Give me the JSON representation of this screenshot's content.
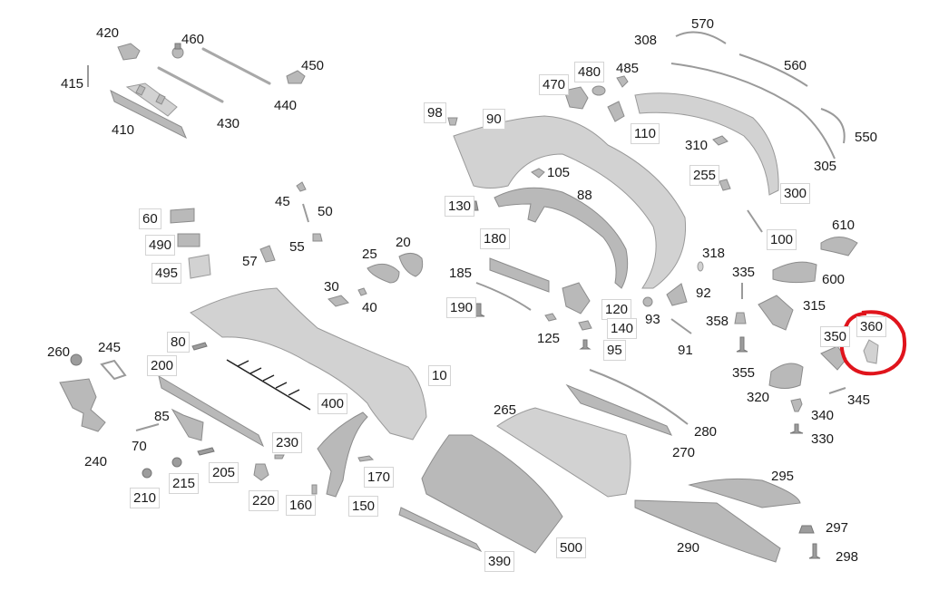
{
  "diagram": {
    "title": "Rear bumper exploded parts diagram",
    "highlight": {
      "part": "360",
      "color": "#e0141c",
      "shape": "hand-drawn circle"
    },
    "labels": [
      {
        "id": "420",
        "boxed": false
      },
      {
        "id": "460",
        "boxed": false
      },
      {
        "id": "415",
        "boxed": false
      },
      {
        "id": "450",
        "boxed": false
      },
      {
        "id": "410",
        "boxed": false
      },
      {
        "id": "430",
        "boxed": false
      },
      {
        "id": "440",
        "boxed": false
      },
      {
        "id": "308",
        "boxed": false
      },
      {
        "id": "570",
        "boxed": false
      },
      {
        "id": "470",
        "boxed": true
      },
      {
        "id": "480",
        "boxed": true
      },
      {
        "id": "485",
        "boxed": false
      },
      {
        "id": "560",
        "boxed": false
      },
      {
        "id": "98",
        "boxed": true
      },
      {
        "id": "90",
        "boxed": true
      },
      {
        "id": "110",
        "boxed": true
      },
      {
        "id": "310",
        "boxed": false
      },
      {
        "id": "550",
        "boxed": false
      },
      {
        "id": "305",
        "boxed": false
      },
      {
        "id": "105",
        "boxed": false
      },
      {
        "id": "255",
        "boxed": true
      },
      {
        "id": "300",
        "boxed": true
      },
      {
        "id": "88",
        "boxed": false
      },
      {
        "id": "130",
        "boxed": true
      },
      {
        "id": "45",
        "boxed": false
      },
      {
        "id": "50",
        "boxed": false
      },
      {
        "id": "60",
        "boxed": true
      },
      {
        "id": "490",
        "boxed": true
      },
      {
        "id": "495",
        "boxed": true
      },
      {
        "id": "55",
        "boxed": false
      },
      {
        "id": "57",
        "boxed": false
      },
      {
        "id": "25",
        "boxed": false
      },
      {
        "id": "20",
        "boxed": false
      },
      {
        "id": "180",
        "boxed": true
      },
      {
        "id": "100",
        "boxed": true
      },
      {
        "id": "610",
        "boxed": false
      },
      {
        "id": "318",
        "boxed": false
      },
      {
        "id": "185",
        "boxed": false
      },
      {
        "id": "335",
        "boxed": false
      },
      {
        "id": "600",
        "boxed": false
      },
      {
        "id": "30",
        "boxed": false
      },
      {
        "id": "40",
        "boxed": false
      },
      {
        "id": "92",
        "boxed": false
      },
      {
        "id": "315",
        "boxed": false
      },
      {
        "id": "190",
        "boxed": true
      },
      {
        "id": "120",
        "boxed": true
      },
      {
        "id": "93",
        "boxed": false
      },
      {
        "id": "358",
        "boxed": false
      },
      {
        "id": "140",
        "boxed": true
      },
      {
        "id": "125",
        "boxed": false
      },
      {
        "id": "91",
        "boxed": false
      },
      {
        "id": "350",
        "boxed": true
      },
      {
        "id": "360",
        "boxed": true
      },
      {
        "id": "95",
        "boxed": true
      },
      {
        "id": "80",
        "boxed": true
      },
      {
        "id": "260",
        "boxed": false
      },
      {
        "id": "245",
        "boxed": false
      },
      {
        "id": "200",
        "boxed": true
      },
      {
        "id": "355",
        "boxed": false
      },
      {
        "id": "10",
        "boxed": true
      },
      {
        "id": "400",
        "boxed": true
      },
      {
        "id": "320",
        "boxed": false
      },
      {
        "id": "345",
        "boxed": false
      },
      {
        "id": "85",
        "boxed": false
      },
      {
        "id": "265",
        "boxed": false
      },
      {
        "id": "280",
        "boxed": false
      },
      {
        "id": "340",
        "boxed": false
      },
      {
        "id": "70",
        "boxed": false
      },
      {
        "id": "270",
        "boxed": false
      },
      {
        "id": "330",
        "boxed": false
      },
      {
        "id": "240",
        "boxed": false
      },
      {
        "id": "230",
        "boxed": true
      },
      {
        "id": "205",
        "boxed": true
      },
      {
        "id": "170",
        "boxed": true
      },
      {
        "id": "295",
        "boxed": false
      },
      {
        "id": "210",
        "boxed": true
      },
      {
        "id": "215",
        "boxed": true
      },
      {
        "id": "220",
        "boxed": true
      },
      {
        "id": "160",
        "boxed": true
      },
      {
        "id": "150",
        "boxed": true
      },
      {
        "id": "500",
        "boxed": true
      },
      {
        "id": "290",
        "boxed": false
      },
      {
        "id": "297",
        "boxed": false
      },
      {
        "id": "390",
        "boxed": true
      },
      {
        "id": "298",
        "boxed": false
      }
    ]
  }
}
